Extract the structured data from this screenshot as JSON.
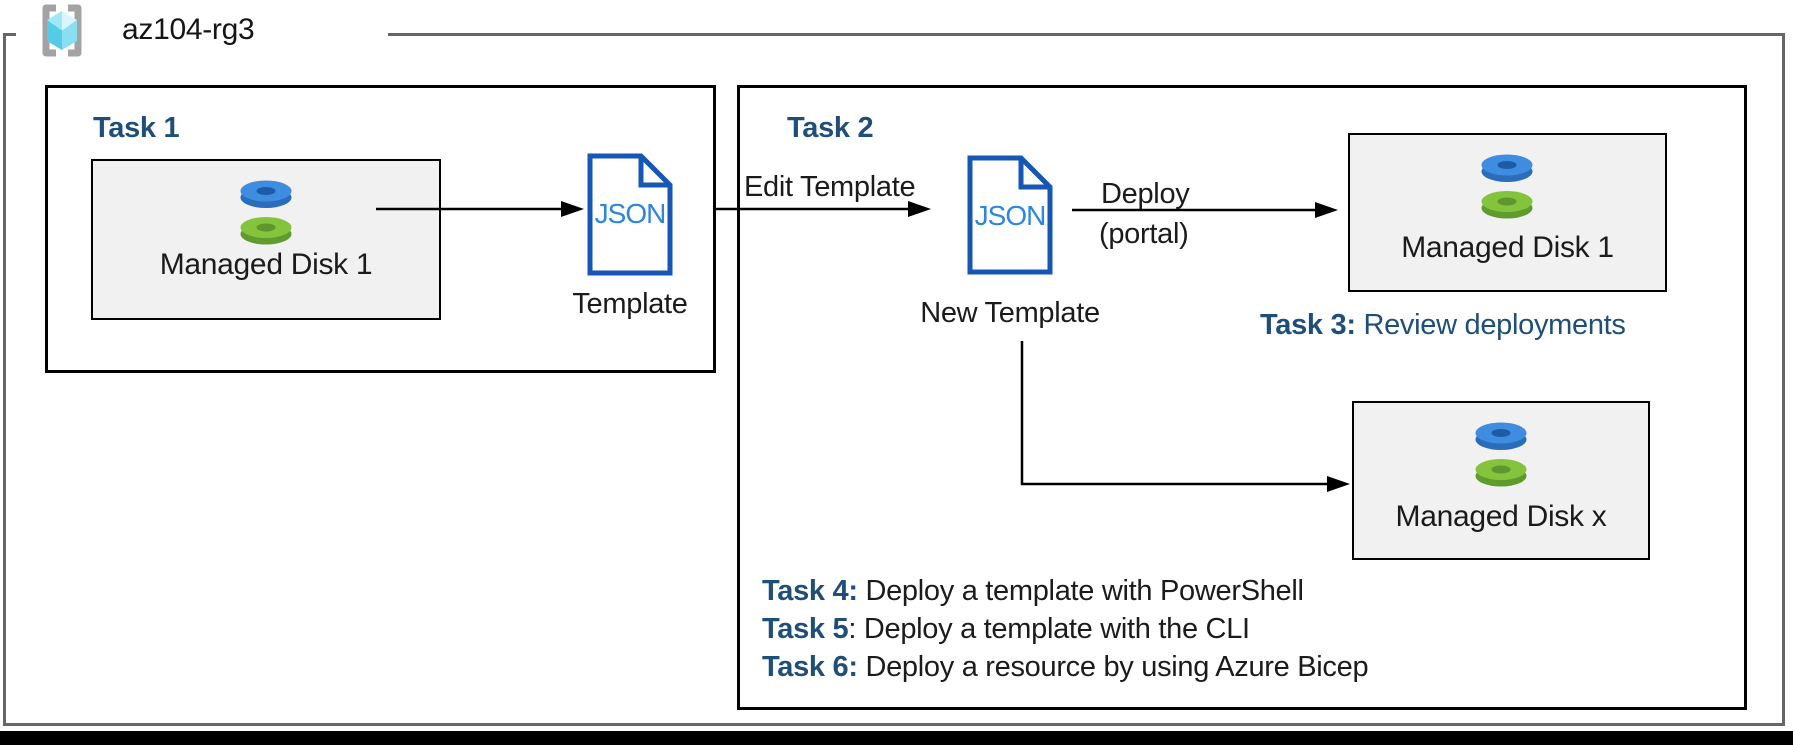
{
  "rg": {
    "name": "az104-rg3"
  },
  "task1": {
    "title": "Task 1",
    "disk_label": "Managed Disk 1",
    "doc_text": "JSON",
    "doc_caption": "Template"
  },
  "task2": {
    "title": "Task 2",
    "edit_label": "Edit Template",
    "doc_text": "JSON",
    "doc_caption": "New Template",
    "deploy_line1": "Deploy",
    "deploy_line2": "(portal)",
    "disk1_label": "Managed Disk 1",
    "diskx_label": "Managed Disk x"
  },
  "task3": {
    "bold": "Task 3:",
    "text": " Review deployments"
  },
  "tasks": [
    {
      "bold": "Task 4:",
      "rest": " Deploy a template with PowerShell"
    },
    {
      "bold": "Task 5",
      "rest": ": Deploy a template with the CLI"
    },
    {
      "bold": "Task 6:",
      "rest": " Deploy a resource by using Azure Bicep"
    }
  ],
  "icons": {
    "resource_group": "azure-resource-group-icon",
    "managed_disk": "managed-disk-icon",
    "json_document": "json-document-icon"
  },
  "colors": {
    "heading_blue": "#1F4E79",
    "doc_outline_blue": "#1656B4",
    "doc_text_blue": "#2C86DB",
    "disk_blue_top": "#3E8DE0",
    "disk_blue_rim": "#2B6CBB",
    "disk_green_top": "#84C43C",
    "disk_green_rim": "#5F9B2D",
    "box_fill_gray": "#F1F1F1",
    "outer_border_gray": "#666666",
    "bottom_bar_black": "#000000"
  }
}
